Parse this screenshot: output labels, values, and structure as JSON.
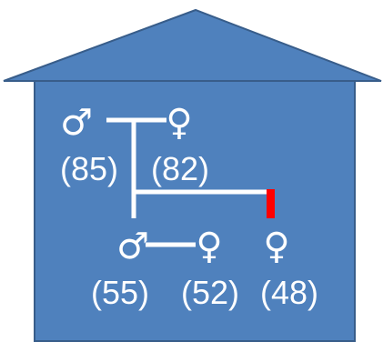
{
  "colors": {
    "house_fill": "#4f81bd",
    "house_stroke": "#385d8a",
    "line": "#ffffff",
    "marker": "#ff0000"
  },
  "people": {
    "grandfather": {
      "symbol": "♂",
      "age": "(85)"
    },
    "grandmother": {
      "symbol": "♀",
      "age": "(82)"
    },
    "son": {
      "symbol": "♂",
      "age": "(55)"
    },
    "daughter_in_law": {
      "symbol": "♀",
      "age": "(52)"
    },
    "daughter": {
      "symbol": "♀",
      "age": "(48)"
    }
  },
  "icons": {
    "male": "male-symbol-icon",
    "female": "female-symbol-icon",
    "house": "house-icon"
  }
}
